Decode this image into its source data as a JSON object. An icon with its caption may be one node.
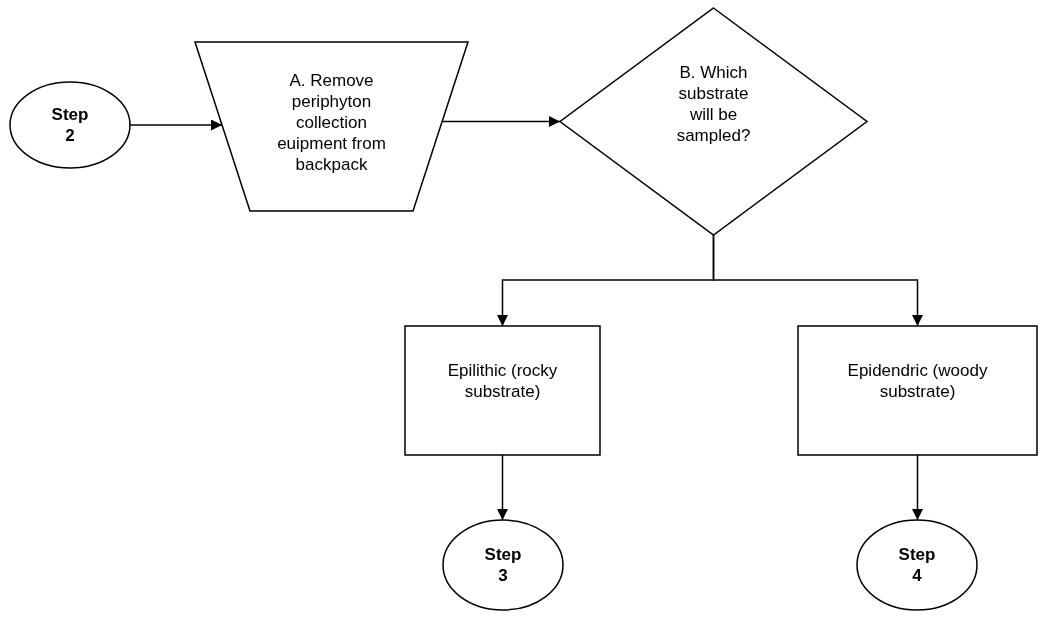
{
  "diagram": {
    "nodes": [
      {
        "text": [
          "Step 2"
        ]
      },
      {
        "text": [
          "A. Remove periphyton collection euipment from backpack"
        ]
      },
      {
        "text": [
          "B. Which substrate will be sampled?"
        ]
      },
      {
        "text": [
          "Epilithic (rocky substrate)"
        ]
      },
      {
        "text": [
          "Epidendric (woody substrate)"
        ]
      },
      {
        "text": [
          "Step 3"
        ]
      },
      {
        "text": [
          "Step 4"
        ]
      }
    ],
    "edges": [
      {
        "from": 0,
        "to": 1,
        "arrow": "to"
      },
      {
        "from": 1,
        "to": 2,
        "arrow": "to"
      },
      {
        "from": 2,
        "to": 3,
        "arrow": "to"
      },
      {
        "from": 2,
        "to": 4,
        "arrow": "to"
      },
      {
        "from": 3,
        "to": 5,
        "arrow": "to"
      },
      {
        "from": 4,
        "to": 6,
        "arrow": "to"
      }
    ]
  }
}
